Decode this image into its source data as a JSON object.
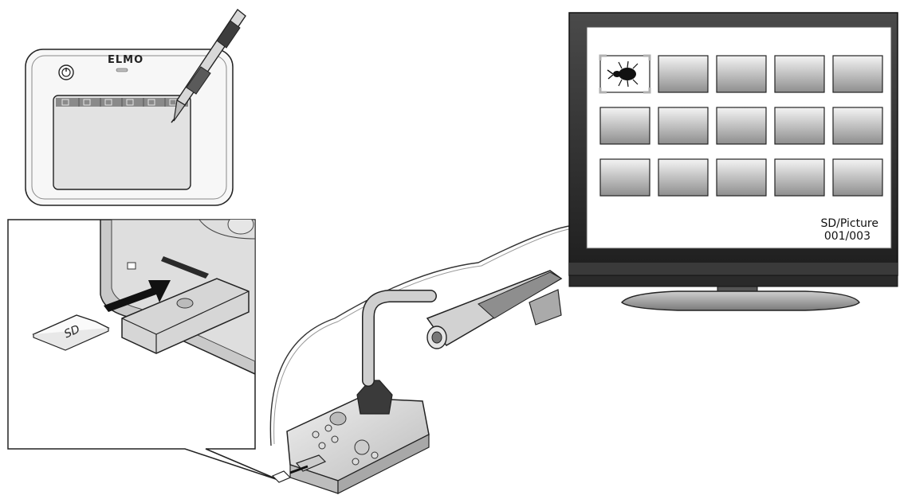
{
  "tablet": {
    "brand": "ELMO",
    "toolbar_icons": [
      "pen-icon",
      "edit-icon",
      "camera-icon",
      "camera-settings-icon",
      "wrench-icon",
      "more-icon"
    ]
  },
  "monitor": {
    "source_label": "SD/Picture",
    "page_counter": "001/003",
    "thumbnail_rows": 3,
    "thumbnail_cols": 5,
    "selected_index": 0,
    "selected_content": "beetle-thumbnail"
  },
  "callout": {
    "card_label": "SD",
    "slot_icon": "sd-slot-icon"
  },
  "colors": {
    "outline": "#222222",
    "bezel": "#2b2b2b",
    "thumb_light": "#f4f4f4",
    "thumb_dark": "#8e8e8e",
    "selection": "#b0b0b0"
  }
}
